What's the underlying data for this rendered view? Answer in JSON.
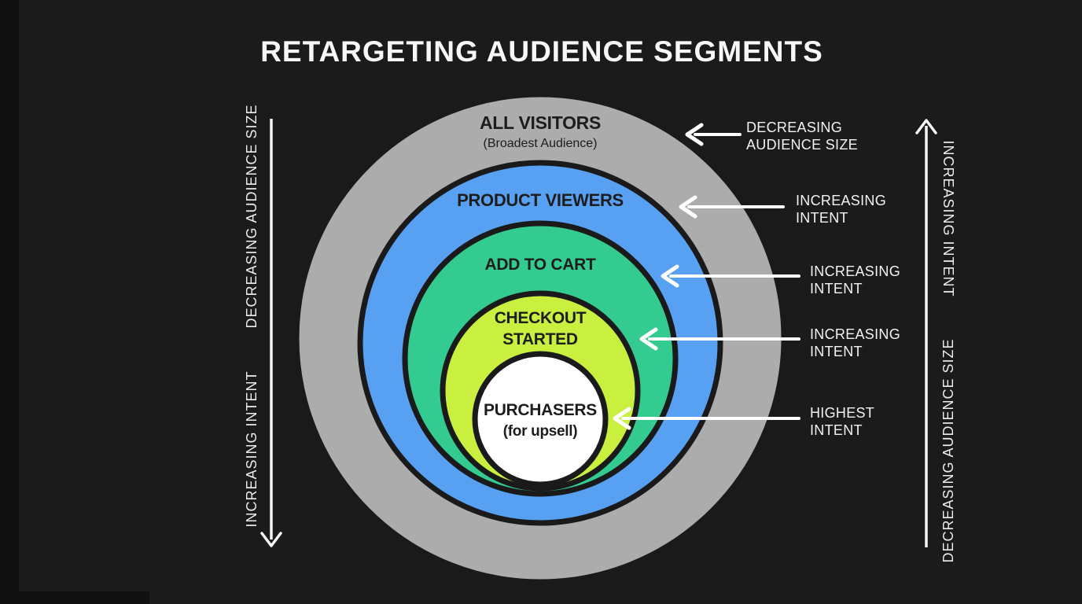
{
  "title": "RETARGETING AUDIENCE SEGMENTS",
  "colors": {
    "background": "#1b1b1b",
    "edge_shade": "#101010",
    "ring_border": "#1a1a1a",
    "arrow": "#ffffff",
    "text_light": "#f2f2f2",
    "text_dark": "#1d1d1d"
  },
  "funnel": {
    "rings": [
      {
        "name": "all-visitors",
        "label": "ALL VISITORS",
        "sublabel": "(Broadest Audience)",
        "color": "#acacac"
      },
      {
        "name": "product-viewers",
        "label": "PRODUCT VIEWERS",
        "color": "#57a0f2"
      },
      {
        "name": "add-to-cart",
        "label": "ADD TO CART",
        "color": "#33cb90"
      },
      {
        "name": "checkout-started",
        "label": "CHECKOUT",
        "label2": "STARTED",
        "color": "#c9ef3f"
      },
      {
        "name": "purchasers",
        "label": "PURCHASERS",
        "sublabel": "(for upsell)",
        "color": "#ffffff"
      }
    ]
  },
  "callouts": [
    {
      "line1": "DECREASING",
      "line2": "AUDIENCE SIZE"
    },
    {
      "line1": "INCREASING",
      "line2": "INTENT"
    },
    {
      "line1": "INCREASING",
      "line2": "INTENT"
    },
    {
      "line1": "INCREASING",
      "line2": "INTENT"
    },
    {
      "line1": "HIGHEST",
      "line2": "INTENT"
    }
  ],
  "left_axis": {
    "upper_label": "DECREASING AUDIENCE SIZE",
    "lower_label": "INCREASING INTENT",
    "arrow_direction": "down"
  },
  "right_axis": {
    "upper_label": "INCREASING INTENT",
    "lower_label": "DECREASING AUDIENCE SIZE",
    "arrow_direction": "up"
  }
}
